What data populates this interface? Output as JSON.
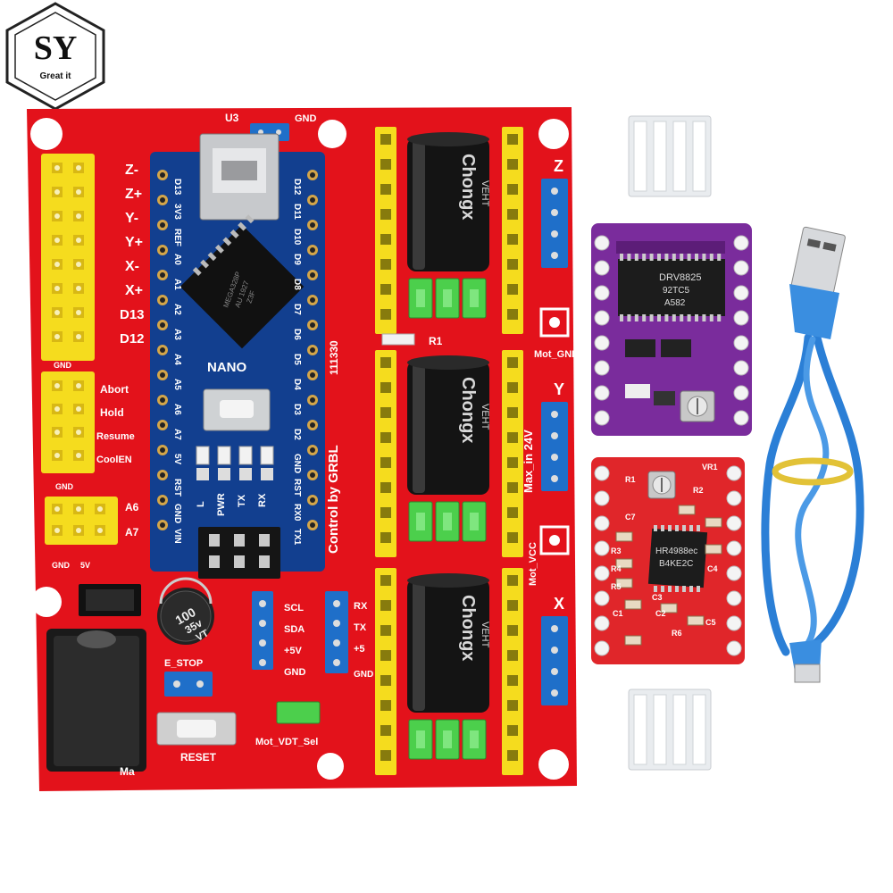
{
  "logo": {
    "mark": "SY",
    "tagline": "Great it"
  },
  "colors": {
    "shield_board": "#e3121b",
    "nano_board": "#123f8f",
    "drv8825_board": "#7a2c9c",
    "a4988_board": "#e0262a",
    "pin_header": "#f5dc1e",
    "jumper": "#4ccf4c",
    "usb_cable": "#2b7fd6",
    "heatsink": "#e9ecef"
  },
  "shield": {
    "left_labels": [
      "Z-",
      "Z+",
      "Y-",
      "Y+",
      "X-",
      "X+",
      "D13",
      "D12"
    ],
    "control_labels": [
      "GND",
      "Abort",
      "Hold",
      "Resume",
      "CoolEN"
    ],
    "analog_labels": [
      "GND",
      "A6",
      "A7",
      "GND",
      "5V"
    ],
    "axis_labels": [
      "Z",
      "Y",
      "X"
    ],
    "motor_labels": [
      "Mot_GND",
      "Max_in 24V",
      "Mot_VCC",
      "R1"
    ],
    "top_labels": [
      "U3",
      "GND"
    ],
    "signature": "Control by GRBL",
    "code": "111330",
    "i2c_labels": [
      "SCL",
      "SDA",
      "+5V",
      "GND"
    ],
    "uart_labels": [
      "RX",
      "TX",
      "+5",
      "GND"
    ],
    "button_labels": [
      "E_STOP",
      "RESET"
    ],
    "jumper_label": "Mot_VDT_Sel",
    "power_label": "Ma",
    "capacitor_text": [
      "100",
      "35v",
      "VT"
    ],
    "driver_cap_brand": "Chongx",
    "driver_cap_label": "VEHT"
  },
  "nano": {
    "name": "NANO",
    "chip_text": [
      "MEGA328P",
      "AU 1927",
      "Z3F"
    ],
    "left_pins": [
      "D13",
      "3V3",
      "REF",
      "A0",
      "A1",
      "A2",
      "A3",
      "A4",
      "A5",
      "A6",
      "A7",
      "5V",
      "RST",
      "GND",
      "VIN"
    ],
    "right_pins": [
      "D12",
      "D11",
      "D10",
      "D9",
      "D8",
      "D7",
      "D6",
      "D5",
      "D4",
      "D3",
      "D2",
      "GND",
      "RST",
      "RX0",
      "TX1"
    ],
    "led_labels": [
      "L",
      "PWR",
      "TX",
      "RX"
    ]
  },
  "drv8825": {
    "chip_text": [
      "DRV8825",
      "92TC5",
      "A582"
    ]
  },
  "a4988": {
    "chip_text": [
      "HR4988ec",
      "B4KE2C"
    ],
    "labels": [
      "VR1",
      "R1",
      "R2",
      "C7",
      "R3",
      "R4",
      "R5",
      "C1",
      "C2",
      "C3",
      "C4",
      "C5",
      "R6"
    ]
  }
}
